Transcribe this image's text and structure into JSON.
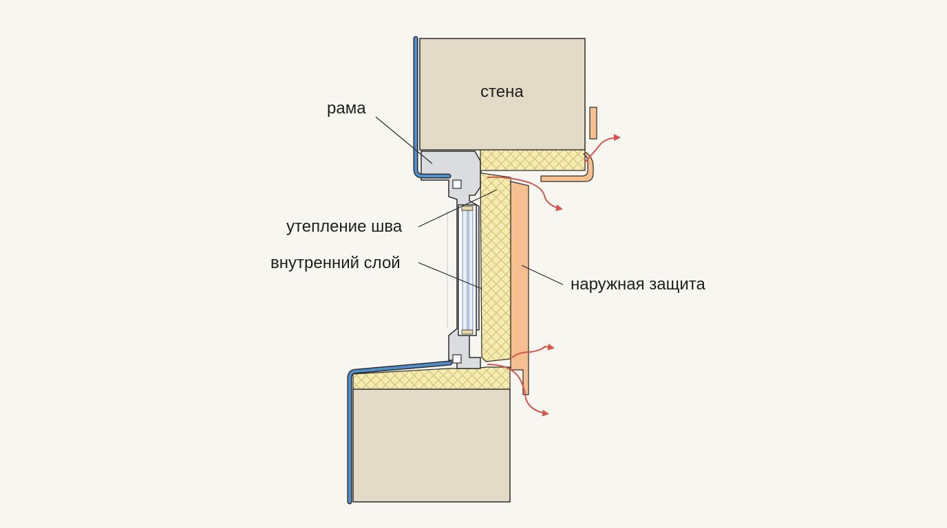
{
  "labels": {
    "wall": "стена",
    "frame": "рама",
    "seam_insulation": "утепление шва",
    "inner_layer": "внутренний слой",
    "outer_protection": "наружная защита"
  },
  "colors": {
    "background": "#f7f6f0",
    "wall": "#e3dac8",
    "inner_layer_blue": "#4f8fcb",
    "frame_gray": "#dadcdf",
    "insulation_yellow": "#f4ecb0",
    "insulation_hatch": "#d4c27c",
    "outer_protection_orange": "#f5bf8f",
    "airflow_arrow": "#d9534f",
    "outline": "#2b2b2b"
  }
}
